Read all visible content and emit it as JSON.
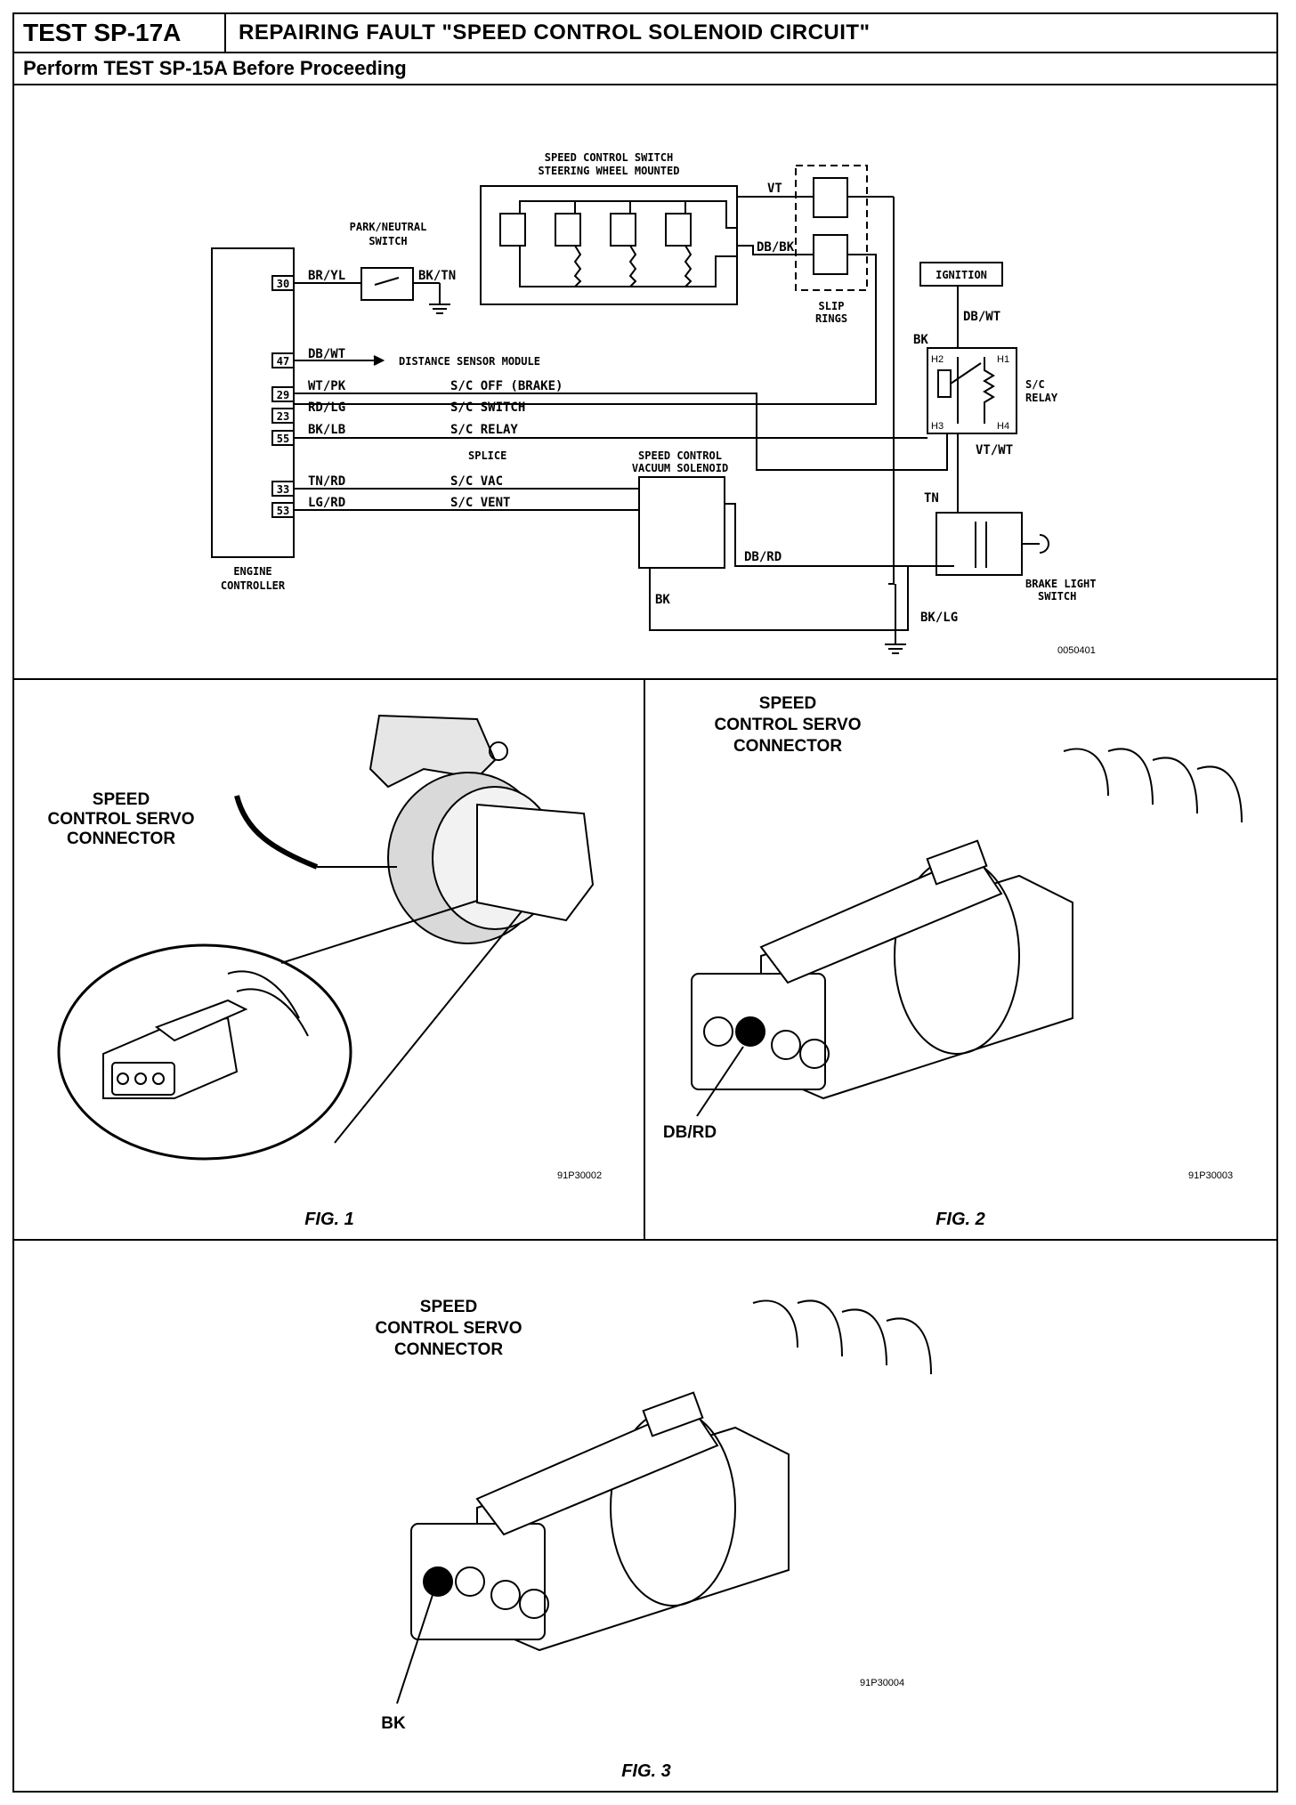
{
  "header": {
    "test_id": "TEST SP-17A",
    "title": "REPAIRING FAULT \"SPEED CONTROL SOLENOID CIRCUIT\"",
    "subtitle": "Perform TEST SP-15A Before Proceeding"
  },
  "schematic": {
    "switch_title_1": "SPEED CONTROL SWITCH",
    "switch_title_2": "STEERING WHEEL MOUNTED",
    "park_neutral_1": "PARK/NEUTRAL",
    "park_neutral_2": "SWITCH",
    "engine_controller_1": "ENGINE",
    "engine_controller_2": "CONTROLLER",
    "slip_rings_1": "SLIP",
    "slip_rings_2": "RINGS",
    "ignition": "IGNITION",
    "sc_relay_1": "S/C",
    "sc_relay_2": "RELAY",
    "solenoid_1": "SPEED CONTROL",
    "solenoid_2": "VACUUM SOLENOID",
    "brake_switch_1": "BRAKE LIGHT",
    "brake_switch_2": "SWITCH",
    "splice": "SPLICE",
    "distance_sensor": "DISTANCE SENSOR MODULE",
    "code": "0050401",
    "pins": [
      {
        "num": "30",
        "wire": "BR/YL",
        "circuit": ""
      },
      {
        "num": "47",
        "wire": "DB/WT",
        "circuit": ""
      },
      {
        "num": "29",
        "wire": "WT/PK",
        "circuit": "S/C OFF (BRAKE)"
      },
      {
        "num": "23",
        "wire": "RD/LG",
        "circuit": "S/C SWITCH"
      },
      {
        "num": "55",
        "wire": "BK/LB",
        "circuit": "S/C RELAY"
      },
      {
        "num": "33",
        "wire": "TN/RD",
        "circuit": "S/C VAC"
      },
      {
        "num": "53",
        "wire": "LG/RD",
        "circuit": "S/C VENT"
      }
    ],
    "wires": {
      "bk_tn": "BK/TN",
      "vt": "VT",
      "db_bk": "DB/BK",
      "bk": "BK",
      "db_wt": "DB/WT",
      "vt_wt": "VT/WT",
      "tn": "TN",
      "db_rd": "DB/RD",
      "bk_lg": "BK/LG",
      "bk_sol": "BK"
    },
    "relay_pins": {
      "h1": "H1",
      "h2": "H2",
      "h3": "H3",
      "h4": "H4"
    }
  },
  "figures": [
    {
      "caption": "FIG. 1",
      "label_1": "SPEED",
      "label_2": "CONTROL SERVO",
      "label_3": "CONNECTOR",
      "code": "91P30002",
      "callout": ""
    },
    {
      "caption": "FIG. 2",
      "label_1": "SPEED",
      "label_2": "CONTROL SERVO",
      "label_3": "CONNECTOR",
      "code": "91P30003",
      "callout": "DB/RD"
    },
    {
      "caption": "FIG. 3",
      "label_1": "SPEED",
      "label_2": "CONTROL SERVO",
      "label_3": "CONNECTOR",
      "code": "91P30004",
      "callout": "BK"
    }
  ]
}
